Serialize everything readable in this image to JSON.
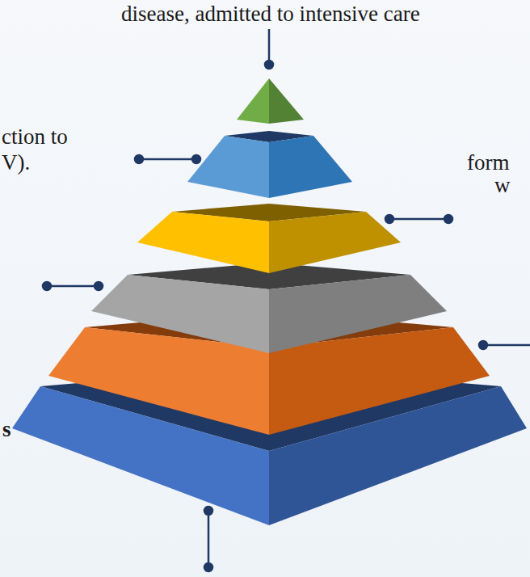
{
  "diagram": {
    "labels": [
      "disease, admitted to intensive care",
      "ction to",
      "V).",
      "form",
      "w",
      "s"
    ]
  }
}
